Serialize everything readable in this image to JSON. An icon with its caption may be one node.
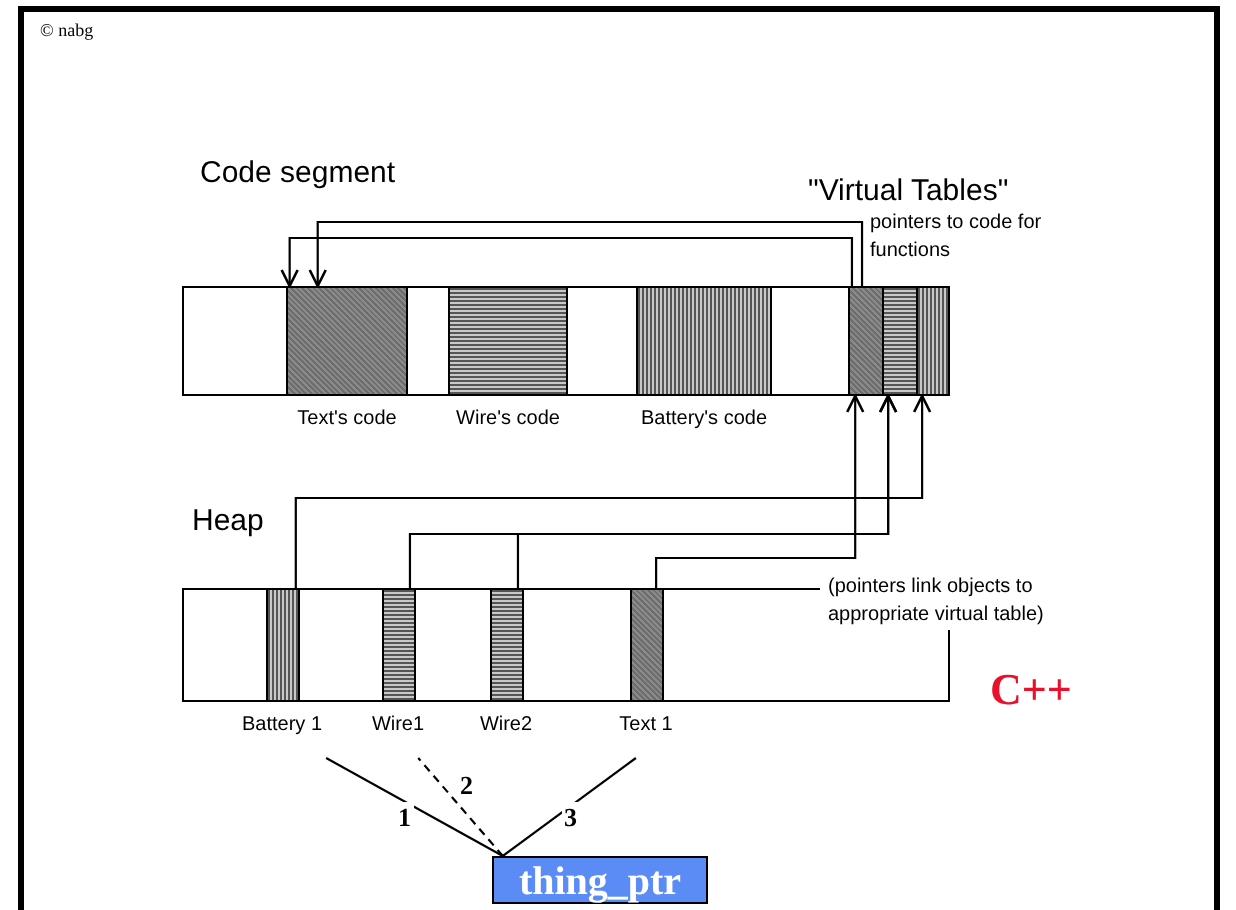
{
  "diagram": {
    "nodes": [
      {
        "text": [
          "Code segment"
        ]
      },
      {
        "text": [
          "Text's code"
        ],
        "in": 0
      },
      {
        "text": [
          "Wire's code"
        ],
        "in": 0
      },
      {
        "text": [
          "Battery's code"
        ],
        "in": 0
      },
      {
        "text": [],
        "shape": "box",
        "in": 0
      },
      {
        "text": [],
        "shape": "box",
        "in": 0
      },
      {
        "text": [],
        "shape": "box",
        "in": 0
      },
      {
        "text": [
          "Heap"
        ]
      },
      {
        "text": [
          "Battery 1"
        ],
        "in": 7
      },
      {
        "text": [
          "Wire1"
        ],
        "in": 7
      },
      {
        "text": [
          "Wire2"
        ],
        "in": 7
      },
      {
        "text": [
          "Text 1"
        ],
        "in": 7
      },
      {
        "text": [
          "thing_ptr"
        ]
      }
    ],
    "edges": [
      {
        "from": 4,
        "to": 1,
        "arrow": "to"
      },
      {
        "from": 4,
        "to": 1,
        "arrow": "to"
      },
      {
        "from": 8,
        "to": 6,
        "arrow": "to"
      },
      {
        "from": 9,
        "to": 5,
        "arrow": "to"
      },
      {
        "from": 10,
        "to": 5,
        "arrow": "to"
      },
      {
        "from": 11,
        "to": 4,
        "arrow": "to"
      },
      {
        "from": 12,
        "to": 8,
        "arrow": "none",
        "label": "1"
      },
      {
        "from": 12,
        "to": 9,
        "arrow": "none",
        "label": "2",
        "style": "dashed"
      },
      {
        "from": 12,
        "to": 11,
        "arrow": "none",
        "label": "3"
      }
    ],
    "labels": [
      "© nabg",
      "\"Virtual Tables\"",
      "pointers to code for functions",
      "(pointers link objects to appropriate virtual table)",
      "C++"
    ]
  }
}
